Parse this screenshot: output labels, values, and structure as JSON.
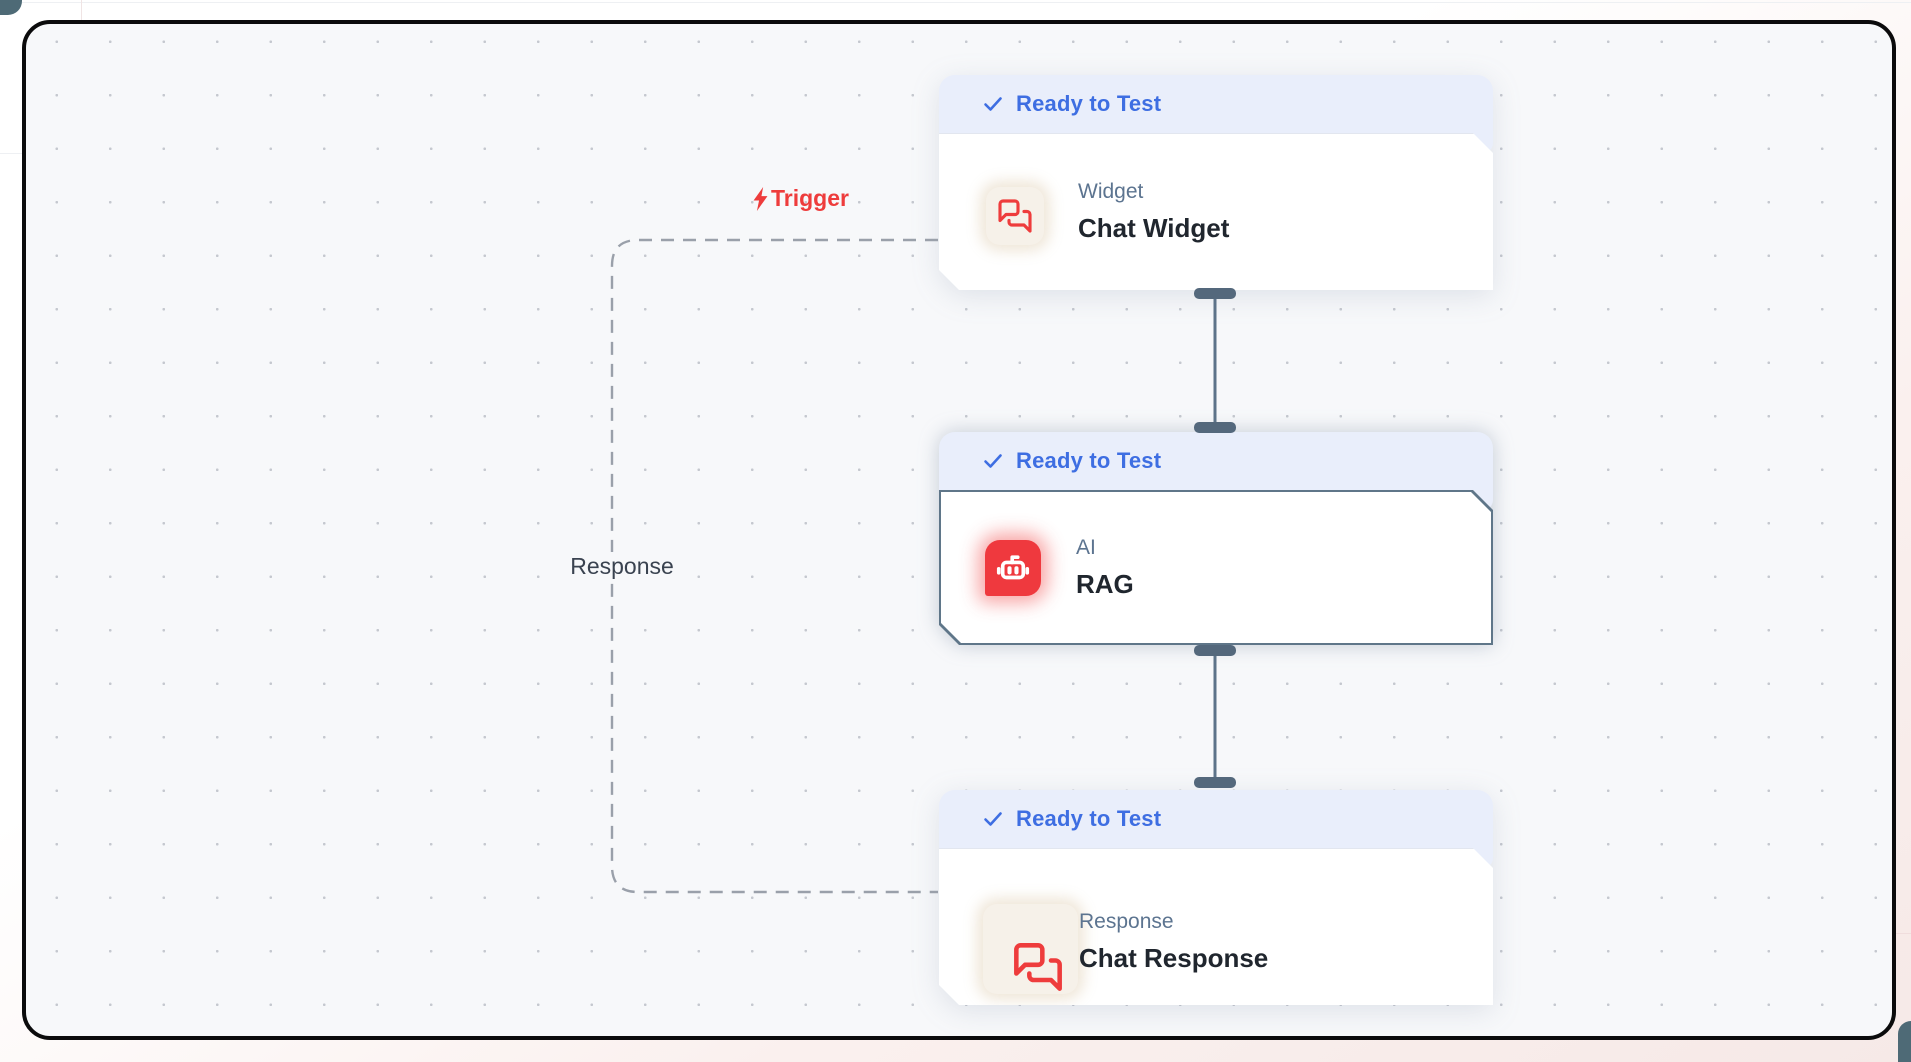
{
  "edges": {
    "trigger_label": "Trigger",
    "response_label": "Response"
  },
  "nodes": [
    {
      "status": "Ready to Test",
      "type": "Widget",
      "title": "Chat Widget",
      "icon": "chat-bubbles-icon"
    },
    {
      "status": "Ready to Test",
      "type": "AI",
      "title": "RAG",
      "icon": "robot-icon"
    },
    {
      "status": "Ready to Test",
      "type": "Response",
      "title": "Chat Response",
      "icon": "chat-bubbles-icon"
    }
  ],
  "colors": {
    "status_text": "#3e6ee2",
    "status_bg": "#e9eefb",
    "accent_red": "#ee3c3c",
    "connector_slate": "#5d7389",
    "handle_slate": "#54687c",
    "title_text": "#20262e",
    "subtitle_text": "#5c7490",
    "dashed_edge": "#9aa0aa",
    "canvas_bg": "#f7f8fa",
    "canvas_border": "#0b0b0c"
  }
}
